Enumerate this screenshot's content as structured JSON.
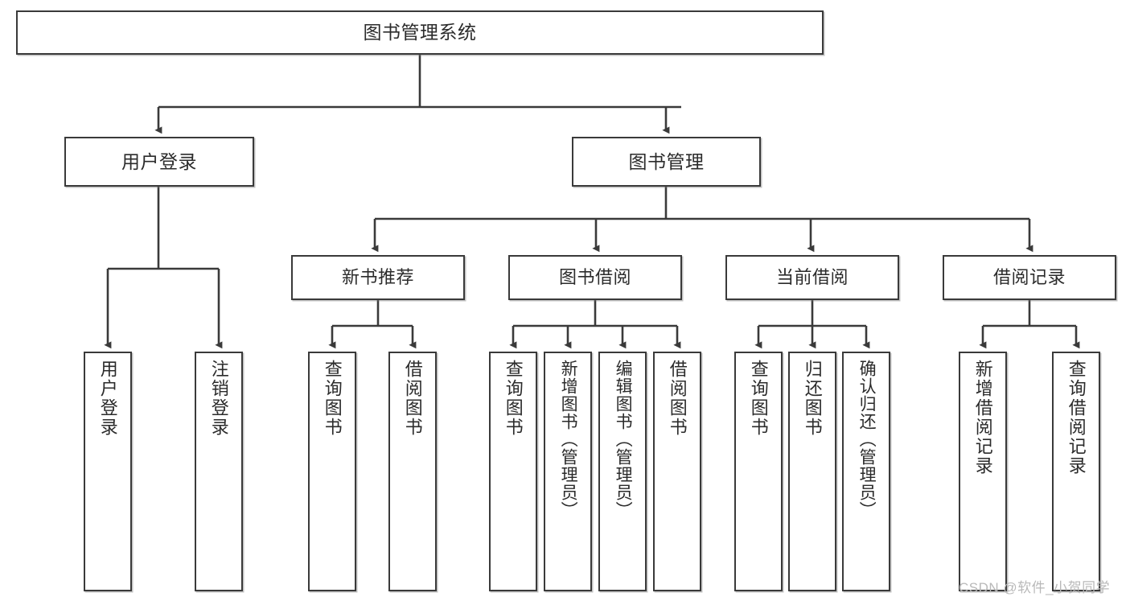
{
  "diagram": {
    "type": "tree-hierarchy-chart",
    "title": "图书管理系统",
    "stroke_color": "#3a3a3a",
    "text_color": "#2b2b2b",
    "background_color": "#ffffff",
    "root": {
      "label": "图书管理系统"
    },
    "level1": [
      {
        "label": "用户登录"
      },
      {
        "label": "图书管理"
      }
    ],
    "level2": [
      {
        "label": "新书推荐"
      },
      {
        "label": "图书借阅"
      },
      {
        "label": "当前借阅"
      },
      {
        "label": "借阅记录"
      }
    ],
    "leaves": {
      "user_login": [
        {
          "label": "用户登录"
        },
        {
          "label": "注销登录"
        }
      ],
      "new_book_recommend": [
        {
          "label": "查询图书"
        },
        {
          "label": "借阅图书"
        }
      ],
      "book_borrow": [
        {
          "label": "查询图书"
        },
        {
          "label": "新增图书（管理员）"
        },
        {
          "label": "编辑图书（管理员）"
        },
        {
          "label": "借阅图书"
        }
      ],
      "current_borrow": [
        {
          "label": "查询图书"
        },
        {
          "label": "归还图书"
        },
        {
          "label": "确认归还（管理员）"
        }
      ],
      "borrow_record": [
        {
          "label": "新增借阅记录"
        },
        {
          "label": "查询借阅记录"
        }
      ]
    }
  },
  "watermark": {
    "text": "CSDN @软件_小贺同学"
  }
}
